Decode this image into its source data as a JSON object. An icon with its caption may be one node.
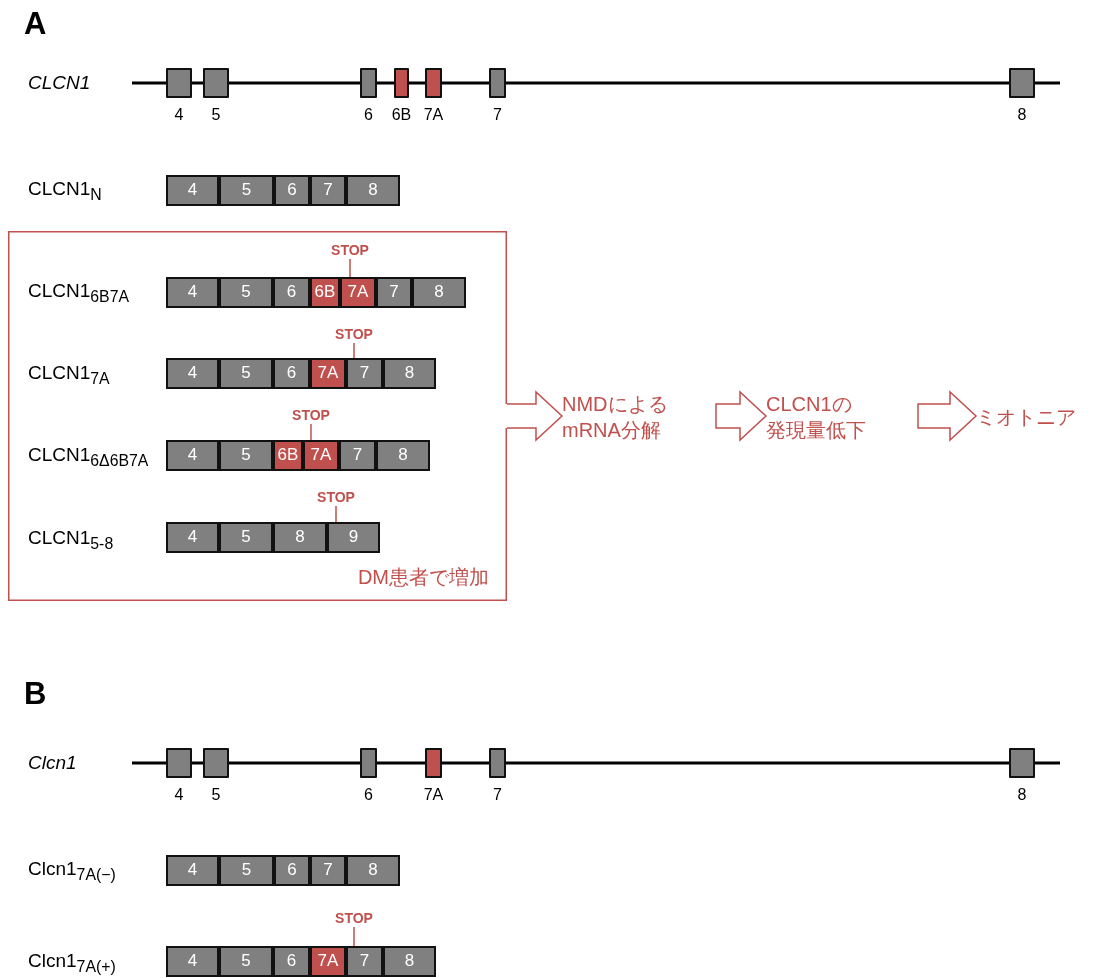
{
  "diagram": {
    "nodes": [
      {
        "text": [],
        "shape": "box",
        "beside": [
          "4"
        ]
      },
      {
        "text": [],
        "shape": "box",
        "beside": [
          "5"
        ]
      },
      {
        "text": [],
        "shape": "box",
        "beside": [
          "6"
        ]
      },
      {
        "text": [],
        "shape": "box",
        "beside": [
          "6B"
        ]
      },
      {
        "text": [],
        "shape": "box",
        "beside": [
          "7A"
        ]
      },
      {
        "text": [],
        "shape": "box",
        "beside": [
          "7"
        ]
      },
      {
        "text": [],
        "shape": "box",
        "beside": [
          "8"
        ]
      },
      {
        "text": [
          "4"
        ]
      },
      {
        "text": [
          "5"
        ]
      },
      {
        "text": [
          "6"
        ]
      },
      {
        "text": [
          "7"
        ]
      },
      {
        "text": [
          "8"
        ]
      },
      {
        "text": [
          "DM患者で増加"
        ]
      },
      {
        "text": [
          "STOP"
        ],
        "in": 12
      },
      {
        "text": [
          "4"
        ],
        "in": 12
      },
      {
        "text": [
          "5"
        ],
        "in": 12
      },
      {
        "text": [
          "6"
        ],
        "in": 12
      },
      {
        "text": [
          "6B"
        ],
        "in": 12
      },
      {
        "text": [
          "7A"
        ],
        "in": 12
      },
      {
        "text": [
          "7"
        ],
        "in": 12
      },
      {
        "text": [
          "8"
        ],
        "in": 12
      },
      {
        "text": [
          "STOP"
        ],
        "in": 12
      },
      {
        "text": [
          "4"
        ],
        "in": 12
      },
      {
        "text": [
          "5"
        ],
        "in": 12
      },
      {
        "text": [
          "6"
        ],
        "in": 12
      },
      {
        "text": [
          "7A"
        ],
        "in": 12
      },
      {
        "text": [
          "7"
        ],
        "in": 12
      },
      {
        "text": [
          "8"
        ],
        "in": 12
      },
      {
        "text": [
          "STOP"
        ],
        "in": 12
      },
      {
        "text": [
          "4"
        ],
        "in": 12
      },
      {
        "text": [
          "5"
        ],
        "in": 12
      },
      {
        "text": [
          "6B"
        ],
        "in": 12
      },
      {
        "text": [
          "7A"
        ],
        "in": 12
      },
      {
        "text": [
          "7"
        ],
        "in": 12
      },
      {
        "text": [
          "8"
        ],
        "in": 12
      },
      {
        "text": [
          "STOP"
        ],
        "in": 12
      },
      {
        "text": [
          "4"
        ],
        "in": 12
      },
      {
        "text": [
          "5"
        ],
        "in": 12
      },
      {
        "text": [
          "8"
        ],
        "in": 12
      },
      {
        "text": [
          "9"
        ],
        "in": 12
      },
      {
        "text": [
          "NMDによる mRNA分解"
        ]
      },
      {
        "text": [
          "CLCN1の発現量低下"
        ]
      },
      {
        "text": [
          "ミオトニア"
        ]
      },
      {
        "text": [],
        "shape": "box",
        "beside": [
          "4"
        ]
      },
      {
        "text": [],
        "shape": "box",
        "beside": [
          "5"
        ]
      },
      {
        "text": [],
        "shape": "box",
        "beside": [
          "6"
        ]
      },
      {
        "text": [],
        "shape": "box",
        "beside": [
          "7A"
        ]
      },
      {
        "text": [],
        "shape": "box",
        "beside": [
          "7"
        ]
      },
      {
        "text": [],
        "shape": "box",
        "beside": [
          "8"
        ]
      },
      {
        "text": [
          "4"
        ]
      },
      {
        "text": [
          "5"
        ]
      },
      {
        "text": [
          "6"
        ]
      },
      {
        "text": [
          "7"
        ]
      },
      {
        "text": [
          "8"
        ]
      },
      {
        "text": [
          "STOP"
        ]
      },
      {
        "text": [
          "4"
        ]
      },
      {
        "text": [
          "5"
        ]
      },
      {
        "text": [
          "6"
        ]
      },
      {
        "text": [
          "7A"
        ]
      },
      {
        "text": [
          "7"
        ]
      },
      {
        "text": [
          "8"
        ]
      }
    ],
    "edges": [
      {
        "from": 13,
        "to": 18,
        "arrow": "none"
      },
      {
        "from": 21,
        "to": 26,
        "arrow": "none"
      },
      {
        "from": 28,
        "to": 32,
        "arrow": "none"
      },
      {
        "from": 35,
        "to": 39,
        "arrow": "none"
      },
      {
        "from": 12,
        "to": 40,
        "arrow": "to"
      },
      {
        "from": 40,
        "to": 41,
        "arrow": "to"
      },
      {
        "from": 41,
        "to": 42,
        "arrow": "to"
      },
      {
        "from": 54,
        "to": 59,
        "arrow": "none"
      }
    ],
    "labels": [
      "A",
      "CLCN1",
      "CLCN1$_{N}$",
      "CLCN1$_{6B7A}$",
      "CLCN1$_{7A}$",
      "CLCN1$_{6Δ6B7A}$",
      "CLCN1$_{5-8}$",
      "B",
      "Clcn1",
      "Clcn1$_{7A(−)}$",
      "Clcn1$_{7A(+)}$"
    ]
  }
}
